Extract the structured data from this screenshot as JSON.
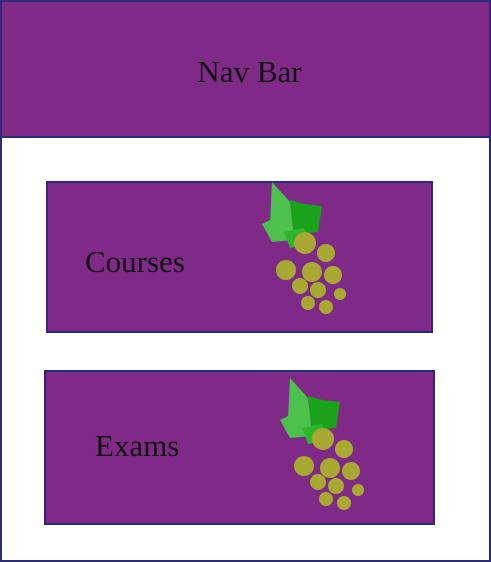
{
  "theme": {
    "purple": "#802a87",
    "border": "#2b2a7a",
    "leaf_dark": "#1aa31a",
    "leaf_light": "#4cc24c",
    "grape": "#a8a832"
  },
  "navbar": {
    "title": "Nav Bar"
  },
  "cards": [
    {
      "label": "Courses",
      "icon": "grapes-icon"
    },
    {
      "label": "Exams",
      "icon": "grapes-icon"
    }
  ]
}
